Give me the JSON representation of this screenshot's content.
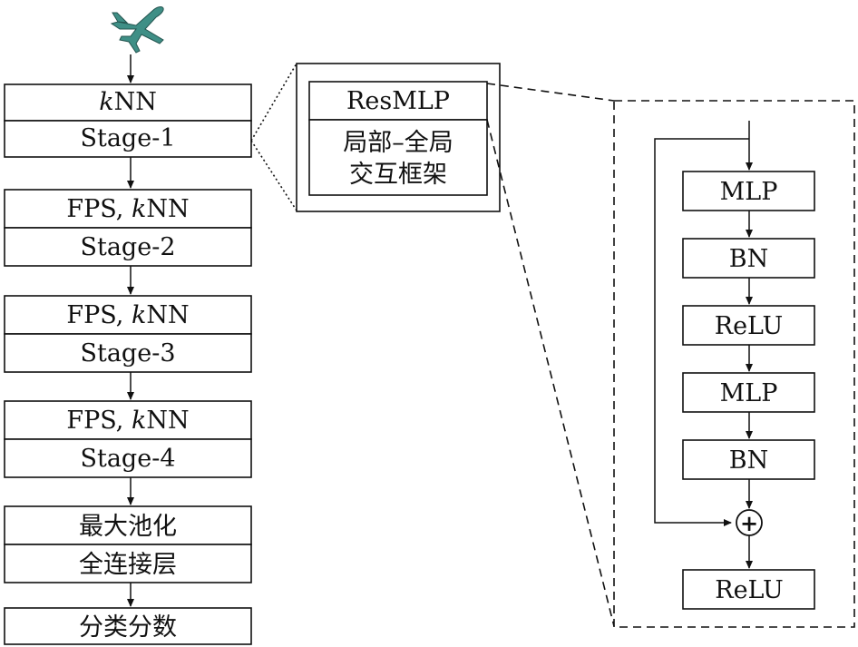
{
  "pipeline": {
    "stage1": {
      "op": "kNN",
      "label": "Stage-1"
    },
    "stage2": {
      "op_prefix": "FPS, ",
      "op_k": "k",
      "op_suffix": "NN",
      "label": "Stage-2"
    },
    "stage3": {
      "op_prefix": "FPS, ",
      "op_k": "k",
      "op_suffix": "NN",
      "label": "Stage-3"
    },
    "stage4": {
      "op_prefix": "FPS, ",
      "op_k": "k",
      "op_suffix": "NN",
      "label": "Stage-4"
    },
    "pool": "最大池化",
    "fc": "全连接层",
    "output": "分类分数"
  },
  "stage1_k": "k",
  "stage1_nn": "NN",
  "zoom1": {
    "title": "ResMLP",
    "line1": "局部–全局",
    "line2": "交互框架"
  },
  "resmlp": {
    "layers": [
      "MLP",
      "BN",
      "ReLU",
      "MLP",
      "BN"
    ],
    "add_symbol": "+",
    "final": "ReLU"
  },
  "input_icon": "airplane-icon"
}
